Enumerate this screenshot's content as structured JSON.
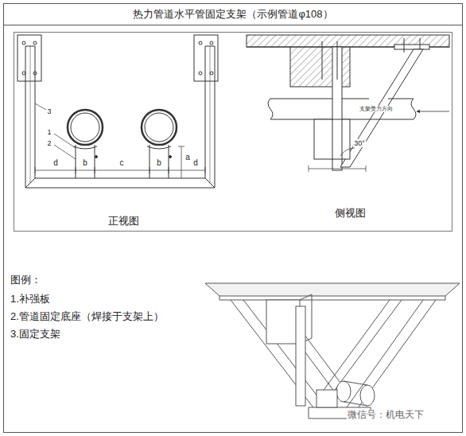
{
  "diagram": {
    "title": "热力管道水平管固定支架（示例管道φ108）",
    "labels": [
      "3",
      "1",
      "2",
      "d",
      "b",
      "c",
      "b",
      "a",
      "d",
      "30°",
      "支架受力方向",
      "正视图",
      "侧视图",
      "图例：",
      "1.补强板",
      "2.管道固定底座（焊接于支架上）",
      "3.固定支架",
      "微信号：机电天下"
    ]
  }
}
